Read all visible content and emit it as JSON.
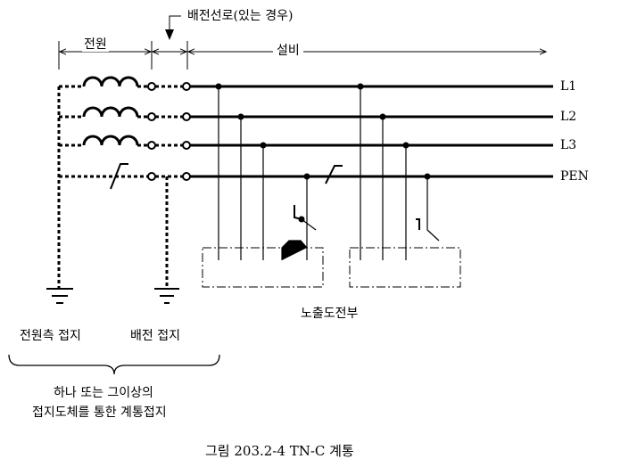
{
  "labels": {
    "distribution_circuit": "배전선로(있는 경우)",
    "source": "전원",
    "installation": "설비",
    "l1": "L1",
    "l2": "L2",
    "l3": "L3",
    "pen": "PEN",
    "exposed_parts": "노출도전부",
    "source_earthing": "전원측 접지",
    "distribution_earthing": "배전 접지",
    "note_line1": "하나 또는 그이상의",
    "note_line2": "접지도체를 통한 계통접지",
    "caption": "그림 203.2-4 TN-C 계통"
  }
}
